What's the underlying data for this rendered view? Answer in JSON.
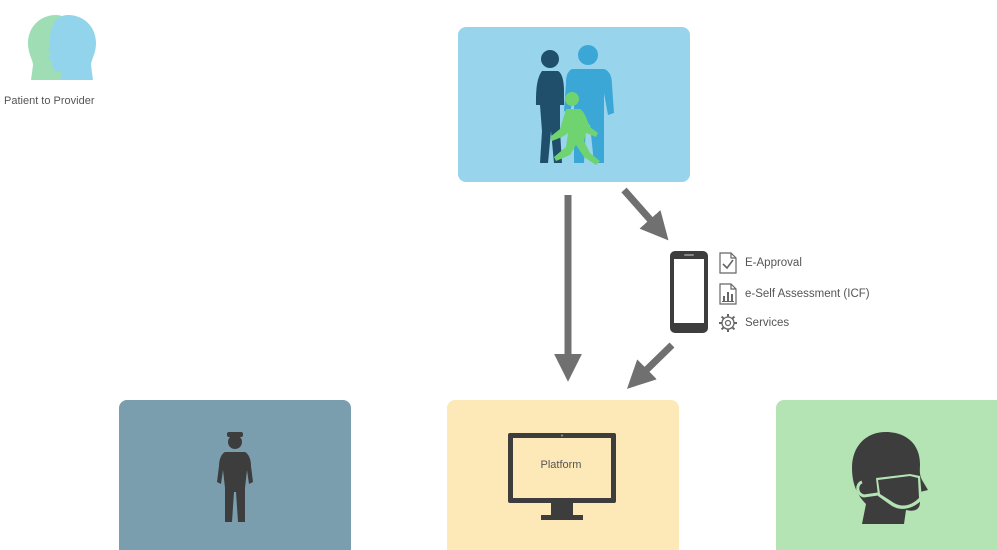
{
  "header": {
    "logo_icon": "two-overlapping-heads-icon",
    "label": "Patient to Provider"
  },
  "nodes": {
    "family": {
      "icon": "family-silhouette-icon",
      "color": "#98d4ec"
    },
    "doctor": {
      "icon": "doctor-silhouette-icon",
      "color": "#7a9eae"
    },
    "platform": {
      "icon": "monitor-icon",
      "label": "Platform",
      "color": "#fde8b8"
    },
    "patient": {
      "icon": "masked-head-icon",
      "color": "#b4e3b4"
    },
    "mobile": {
      "icon": "smartphone-icon"
    }
  },
  "app_features": [
    {
      "icon": "document-check-icon",
      "label": "E-Approval"
    },
    {
      "icon": "document-chart-icon",
      "label": "e-Self Assessment (ICF)"
    },
    {
      "icon": "gear-icon",
      "label": "Services"
    }
  ],
  "colors": {
    "arrow": "#707070",
    "dark_silhouette": "#3d3d3d"
  }
}
